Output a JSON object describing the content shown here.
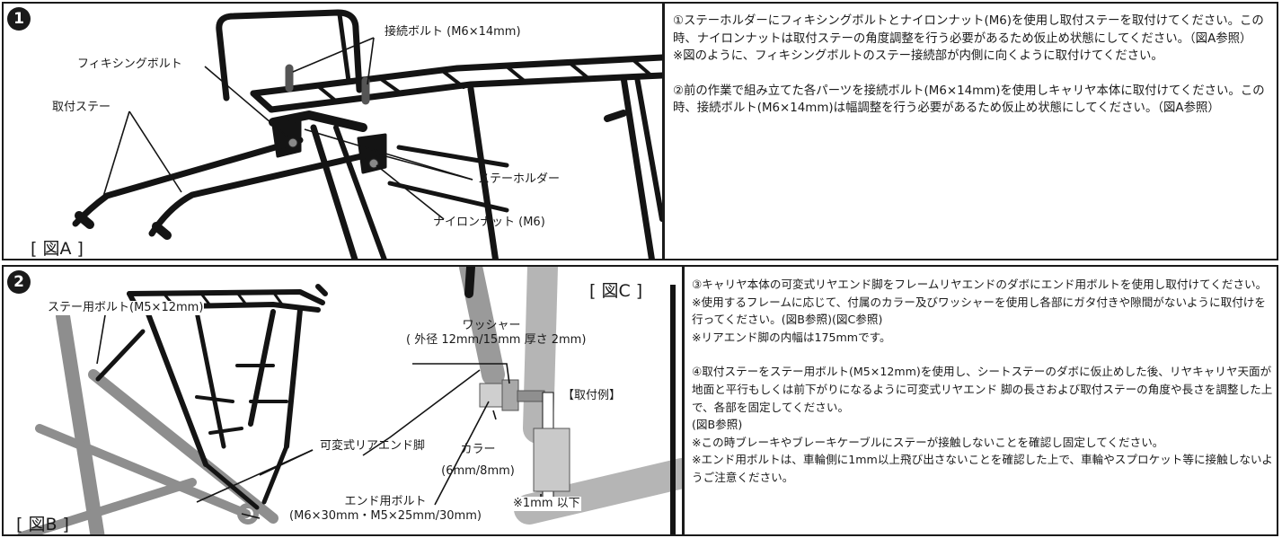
{
  "panel1": {
    "step_number": "1",
    "figure_label": "[ 図A ]",
    "labels": {
      "connection_bolt": "接続ボルト (M6×14mm)",
      "fixing_bolt": "フィキシングボルト",
      "mounting_stay": "取付ステー",
      "stay_holder": "ステーホルダー",
      "nylon_nut": "ナイロンナット (M6)"
    },
    "instructions": [
      "①ステーホルダーにフィキシングボルトとナイロンナット(M6)を使用し取付ステーを取付けてください。この時、ナイロンナットは取付ステーの角度調整を行う必要があるため仮止め状態にしてください。（図A参照）",
      "※図のように、フィキシングボルトのステー接続部が内側に向くように取付けてください。",
      "②前の作業で組み立てた各パーツを接続ボルト(M6×14mm)を使用しキャリヤ本体に取付けてください。この時、接続ボルト(M6×14mm)は幅調整を行う必要があるため仮止め状態にしてください。（図A参照）"
    ]
  },
  "panel2": {
    "step_number": "2",
    "figure_label_b": "[ 図B ]",
    "figure_label_c": "[ 図C ]",
    "labels": {
      "stay_bolt": "ステー用ボルト(M5×12mm)",
      "washer_title": "ワッシャー",
      "washer_spec": "( 外径 12mm/15mm 厚さ 2mm)",
      "mount_example": "【取付例】",
      "adjustable_leg": "可変式リアエンド脚",
      "collar_title": "カラー",
      "collar_spec": "(6mm/8mm)",
      "end_bolt_title": "エンド用ボルト",
      "end_bolt_spec": "(M6×30mm・M5×25mm/30mm)",
      "one_mm": "※1mm 以下"
    },
    "instructions": [
      "③キャリヤ本体の可変式リヤエンド脚をフレームリヤエンドのダボにエンド用ボルトを使用し取付けてください。",
      "※使用するフレームに応じて、付属のカラー及びワッシャーを使用し各部にガタ付きや隙間がないように取付けを行ってください。(図B参照)(図C参照)",
      "※リアエンド脚の内幅は175mmです。",
      "④取付ステーをステー用ボルト(M5×12mm)を使用し、シートステーのダボに仮止めした後、リヤキャリヤ天面が地面と平行もしくは前下がりになるように可変式リヤエンド 脚の長さおよび取付ステーの角度や長さを調整した上で、各部を固定してください。",
      "(図B参照)",
      "※この時ブレーキやブレーキケーブルにステーが接触しないことを確認し固定してください。",
      "※エンド用ボルトは、車輪側に1mm以上飛び出さないことを確認した上で、車輪やスプロケット等に接触しないようご注意ください。"
    ]
  },
  "colors": {
    "metal_black": "#141414",
    "frame_gray": "#8e8e8e",
    "frame_gray_light": "#b5b5b5",
    "border": "#1a1a1a"
  }
}
